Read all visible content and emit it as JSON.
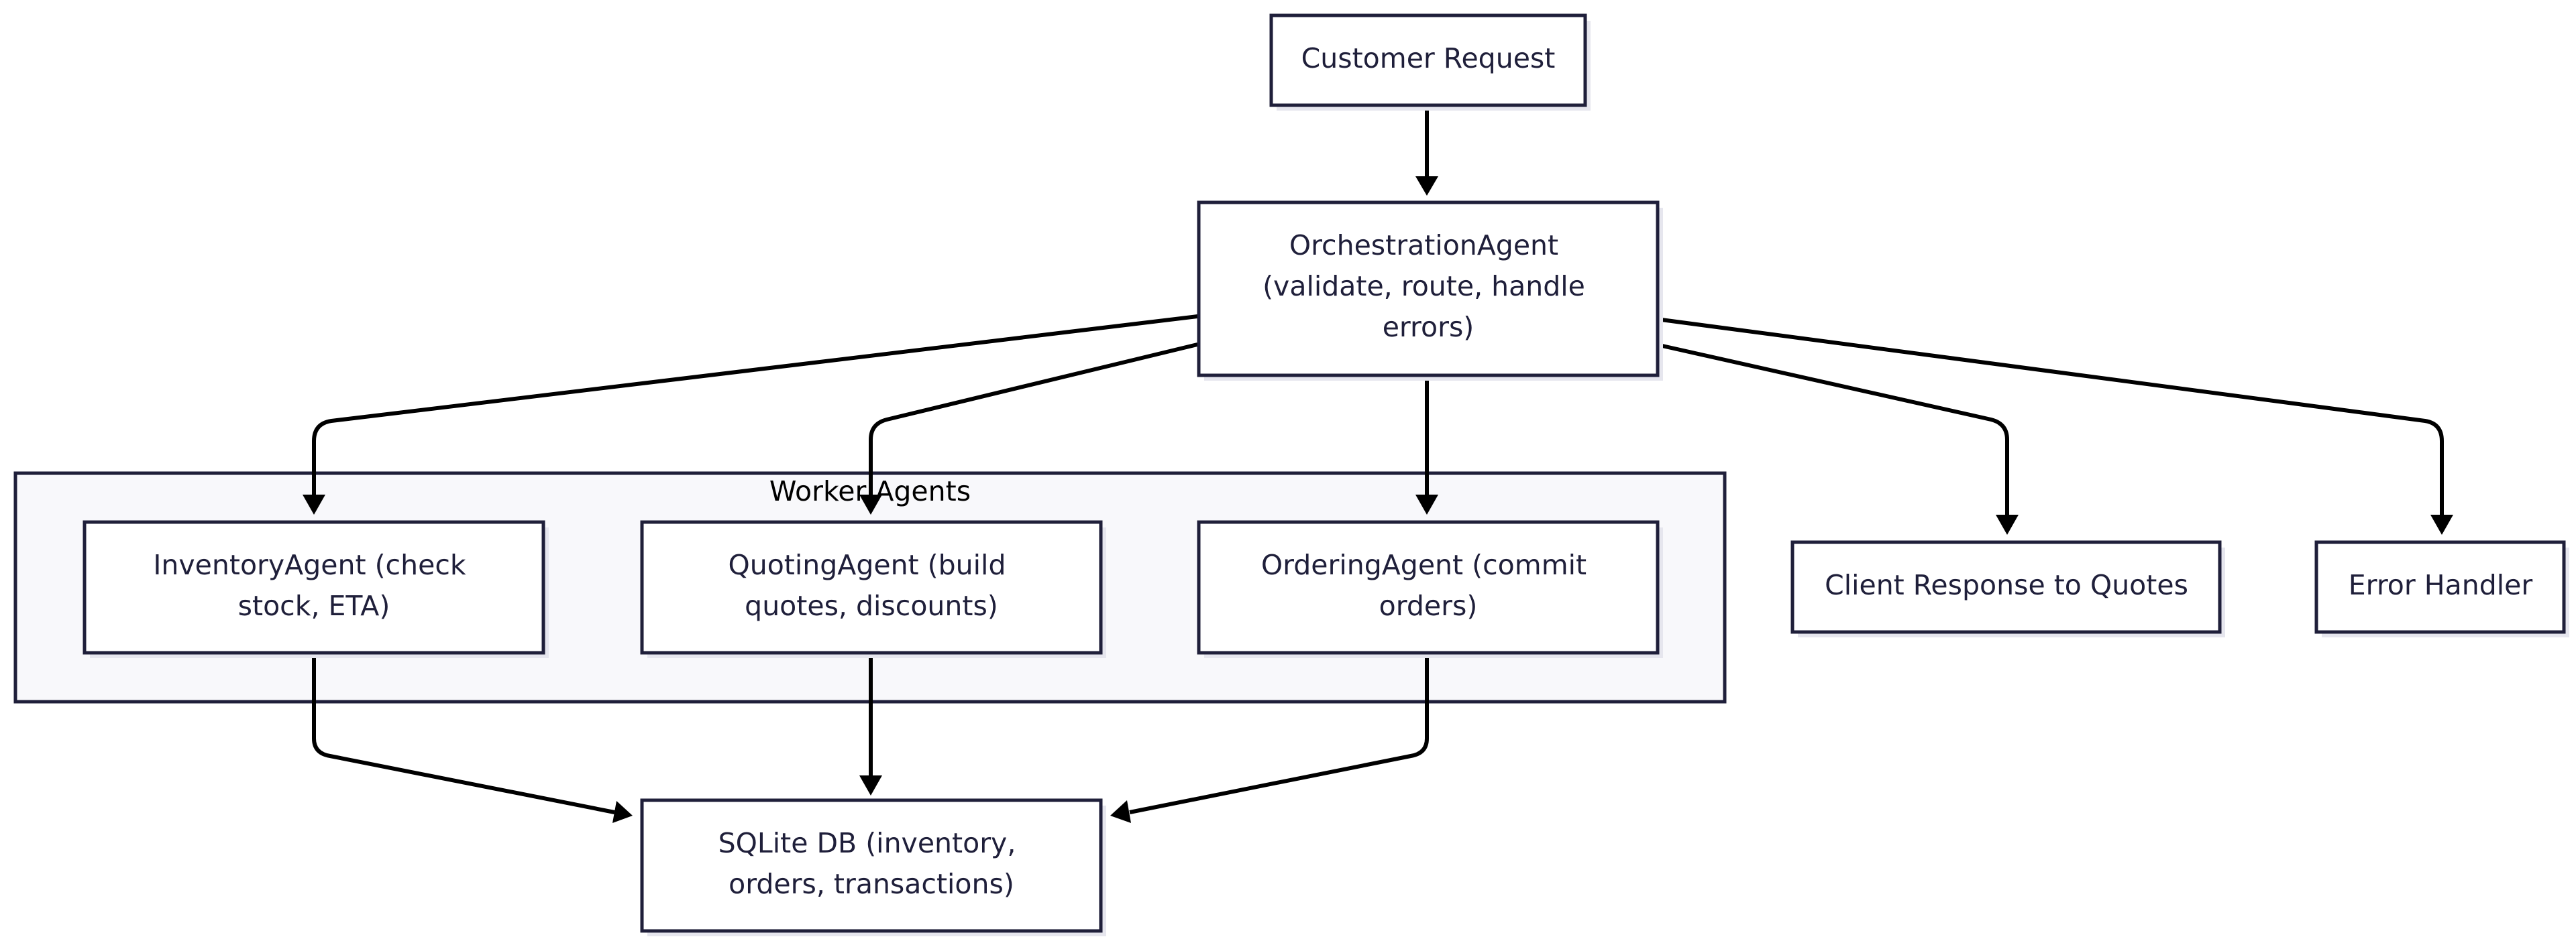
{
  "nodes": {
    "customer_request": [
      "Customer Request"
    ],
    "orchestration": [
      "OrchestrationAgent",
      "(validate, route, handle",
      "errors)"
    ],
    "inventory": [
      "InventoryAgent (check",
      "stock, ETA)"
    ],
    "quoting": [
      "QuotingAgent (build",
      "quotes, discounts)"
    ],
    "ordering": [
      "OrderingAgent (commit",
      "orders)"
    ],
    "client_response": [
      "Client Response to Quotes"
    ],
    "error_handler": [
      "Error Handler"
    ],
    "sqlite": [
      "SQLite DB (inventory,",
      "orders, transactions)"
    ]
  },
  "cluster": {
    "label": "Worker Agents"
  },
  "edges": [
    [
      "customer_request",
      "orchestration"
    ],
    [
      "orchestration",
      "inventory"
    ],
    [
      "orchestration",
      "quoting"
    ],
    [
      "orchestration",
      "ordering"
    ],
    [
      "orchestration",
      "client_response"
    ],
    [
      "orchestration",
      "error_handler"
    ],
    [
      "inventory",
      "sqlite"
    ],
    [
      "quoting",
      "sqlite"
    ],
    [
      "ordering",
      "sqlite"
    ]
  ],
  "colors": {
    "node_border": "#1f1f3a",
    "node_fill": "#ffffff",
    "cluster_fill": "#f8f8fb",
    "edge": "#000000",
    "text": "#1f1f3a"
  }
}
